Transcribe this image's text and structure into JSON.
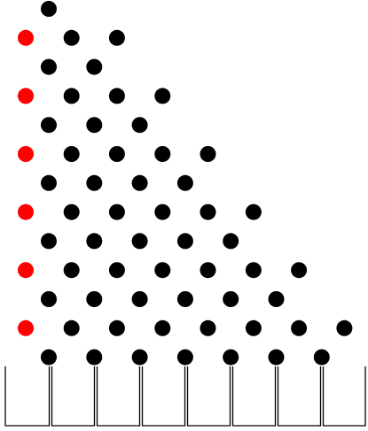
{
  "board": {
    "peg_color": "#000000",
    "marker_color": "#ff0000",
    "bin_line_color": "#000000",
    "peg_rows": [
      1,
      2,
      2,
      3,
      3,
      4,
      4,
      5,
      5,
      6,
      6,
      7,
      7
    ],
    "marker_rows": [
      1,
      3,
      5,
      7,
      9,
      11
    ],
    "bin_count": 8
  }
}
